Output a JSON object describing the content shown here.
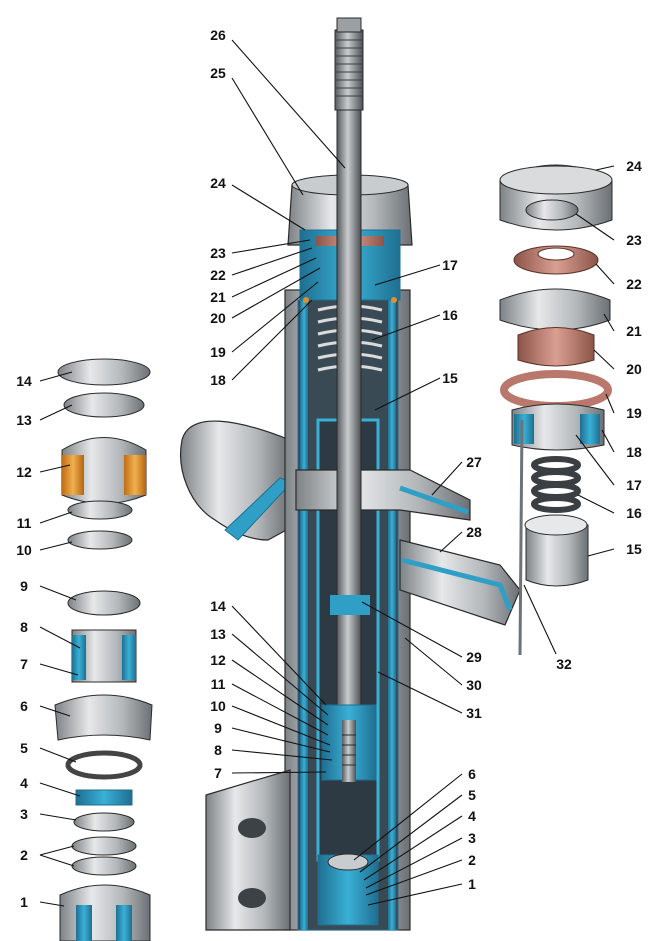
{
  "diagram": {
    "colors": {
      "metal_light": "#d9dbdc",
      "metal_mid": "#a9adb0",
      "metal_dark": "#6e7377",
      "section_blue": "#2f9fc6",
      "section_blue_dark": "#1f6f91",
      "bushing_orange": "#e0902a",
      "seal_copper": "#b9786b",
      "outline": "#2b2b2b"
    },
    "callouts": {
      "main": [
        "26",
        "25",
        "24",
        "23",
        "22",
        "21",
        "20",
        "19",
        "18",
        "17",
        "16",
        "15",
        "27",
        "28",
        "29",
        "30",
        "31",
        "14",
        "13",
        "12",
        "11",
        "10",
        "9",
        "8",
        "7",
        "6",
        "5",
        "4",
        "3",
        "2",
        "1"
      ],
      "left_stack": [
        "14",
        "13",
        "12",
        "11",
        "10",
        "9",
        "8",
        "7",
        "6",
        "5",
        "4",
        "3",
        "2",
        "1"
      ],
      "right_stack": [
        "24",
        "23",
        "22",
        "21",
        "20",
        "19",
        "18",
        "17",
        "16",
        "15",
        "32"
      ]
    }
  }
}
